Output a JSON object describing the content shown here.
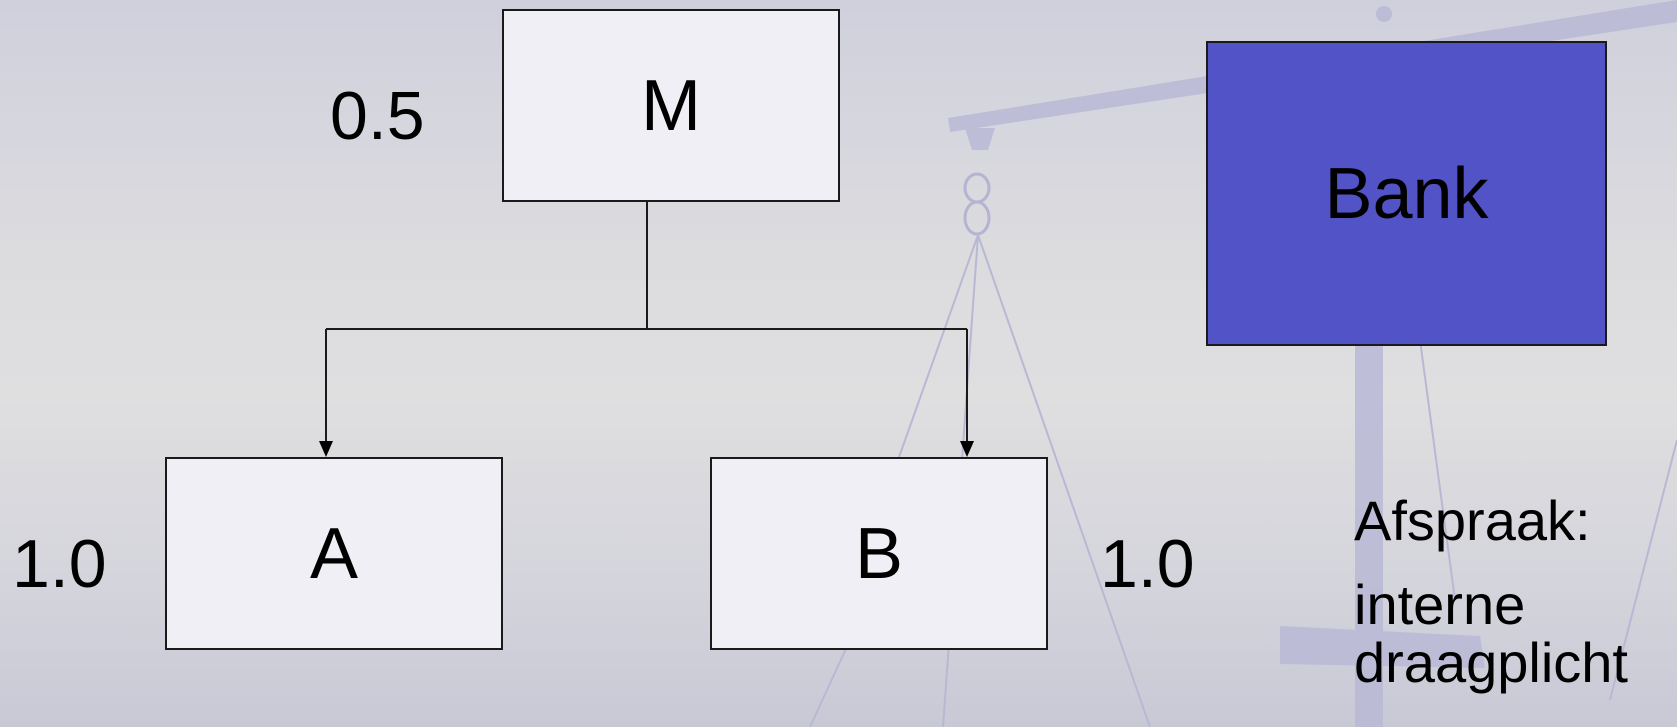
{
  "nodes": {
    "m": {
      "label": "M",
      "weight": "0.5"
    },
    "a": {
      "label": "A",
      "weight": "1.0"
    },
    "b": {
      "label": "B",
      "weight": "1.0"
    },
    "bank": {
      "label": "Bank"
    }
  },
  "note": {
    "line1": "Afspraak:",
    "line2": "interne",
    "line3": "draagplicht"
  },
  "colors": {
    "bank_fill": "#5253c6",
    "box_fill": "#f0eff5",
    "watermark": "#b4b4d2"
  }
}
